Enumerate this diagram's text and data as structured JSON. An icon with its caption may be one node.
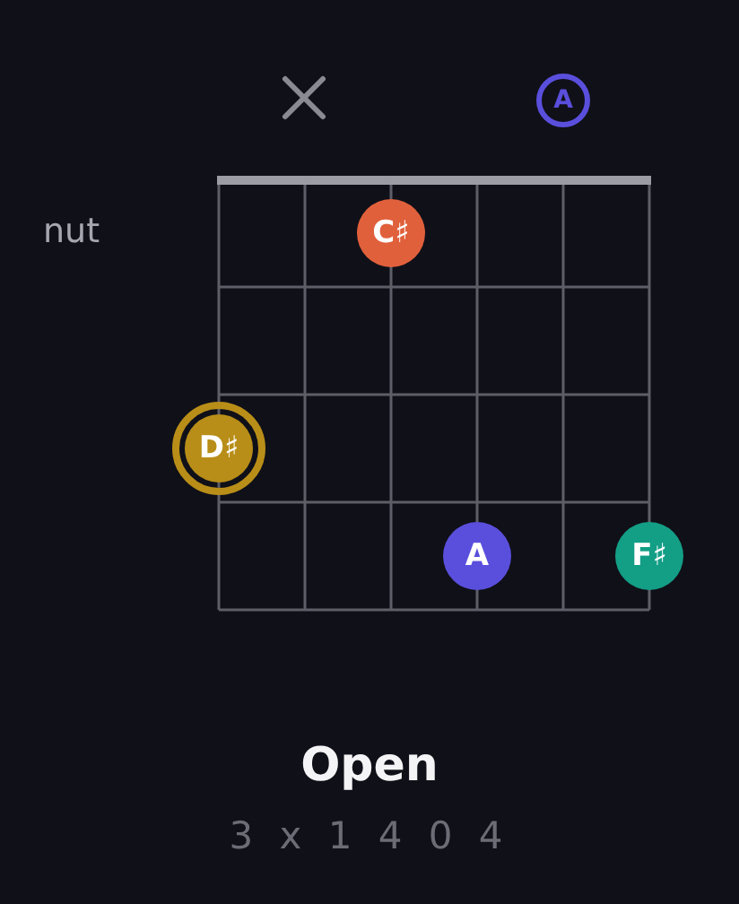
{
  "diagram": {
    "title": "Open",
    "caption": "3 x 1 4 0 4",
    "nodes": [
      {
        "text": [
          "A"
        ]
      },
      {
        "text": [
          "C♯"
        ]
      },
      {
        "text": [
          "D♯"
        ]
      },
      {
        "text": [
          "A"
        ]
      },
      {
        "text": [
          "F♯"
        ]
      }
    ],
    "labels": [
      "nut"
    ]
  }
}
